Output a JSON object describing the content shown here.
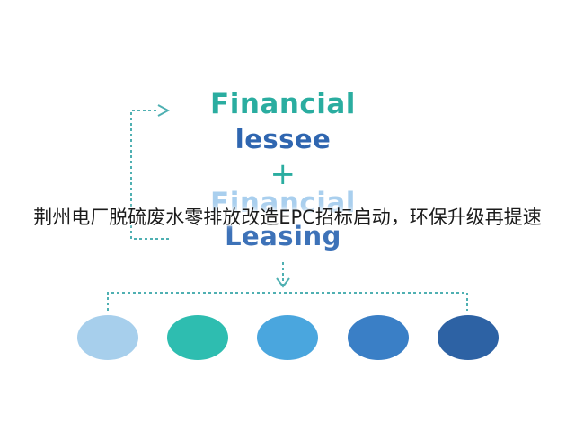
{
  "diagram": {
    "financial_label": "Financial",
    "lessee_label": "lessee",
    "plus_sign": "+",
    "financial_label_2": "Financial",
    "leasing_label": "Leasing",
    "colors": {
      "teal": "#2aada0",
      "blue": "#2f66b0",
      "connector": "#4fb0b2"
    },
    "circles": [
      {
        "color": "#a7cfec"
      },
      {
        "color": "#2ebdb0"
      },
      {
        "color": "#4aa6de"
      },
      {
        "color": "#3a7fc6"
      },
      {
        "color": "#2d62a4"
      }
    ]
  },
  "headline": "荆州电厂脱硫废水零排放改造EPC招标启动，环保升级再提速"
}
